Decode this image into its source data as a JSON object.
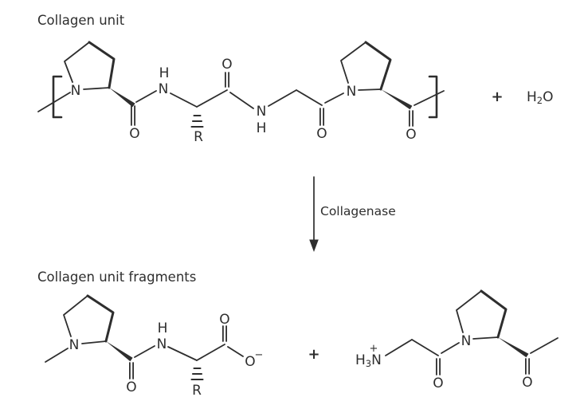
{
  "colors": {
    "ink": "#2e2e2e",
    "background": "#ffffff"
  },
  "titles": {
    "top": "Collagen unit",
    "bottom": "Collagen unit fragments"
  },
  "reaction": {
    "enzyme": "Collagenase",
    "plus": "+",
    "water": {
      "h": "H",
      "sub": "2",
      "o": "O"
    }
  },
  "atom_labels": {
    "n": "N",
    "h": "H",
    "o": "O",
    "r": "R",
    "minus": "−",
    "plus": "+",
    "ammonium": {
      "h": "H",
      "sub": "3",
      "n": "N"
    }
  }
}
